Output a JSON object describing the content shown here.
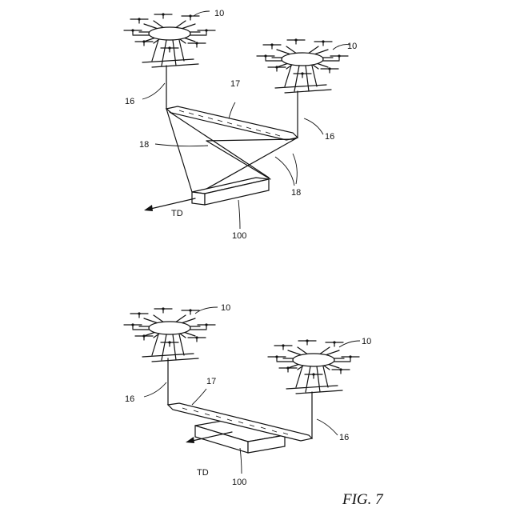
{
  "diagram": {
    "upper": {
      "drone_left_label": "10",
      "drone_right_label": "10",
      "cable_left_label": "16",
      "cable_right_label": "16",
      "bar_label": "17",
      "strap_left_label": "18",
      "strap_right_label": "18",
      "direction_label": "TD",
      "load_label": "100"
    },
    "lower": {
      "drone_left_label": "10",
      "drone_right_label": "10",
      "cable_left_label": "16",
      "cable_right_label": "16",
      "bar_label": "17",
      "direction_label": "TD",
      "load_label": "100"
    },
    "caption": "FIG. 7"
  }
}
